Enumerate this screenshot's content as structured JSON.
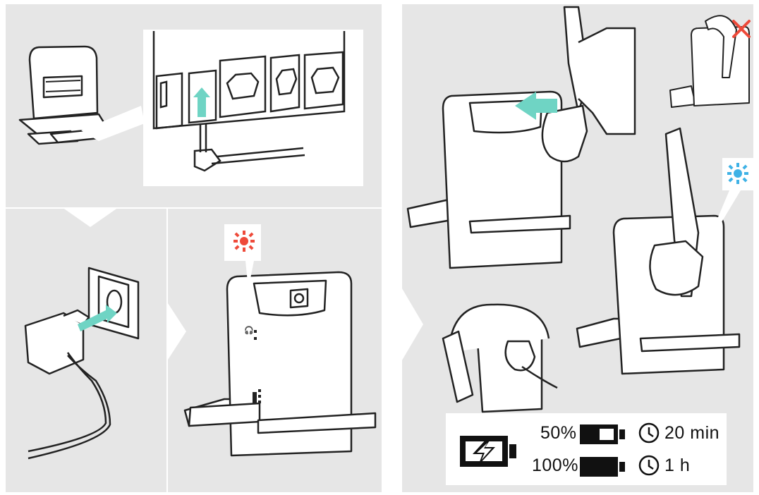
{
  "panels": [
    "connect-phone",
    "connect-power",
    "base-led-red",
    "charge-headset"
  ],
  "leds": {
    "power_on": {
      "color": "#ee4a3a",
      "icon": "light-burst-icon"
    },
    "charging": {
      "color": "#3fb2e6",
      "icon": "light-burst-icon"
    }
  },
  "error_mark": {
    "color": "#ee4a3a",
    "icon": "cross-icon"
  },
  "charging_times": {
    "icon": "battery-charging-icon",
    "rows": [
      {
        "level": "50%",
        "battery_fill": 0.5,
        "duration": "20 min",
        "icon": "clock-icon"
      },
      {
        "level": "100%",
        "battery_fill": 1.0,
        "duration": "1 h",
        "icon": "clock-icon"
      }
    ]
  }
}
